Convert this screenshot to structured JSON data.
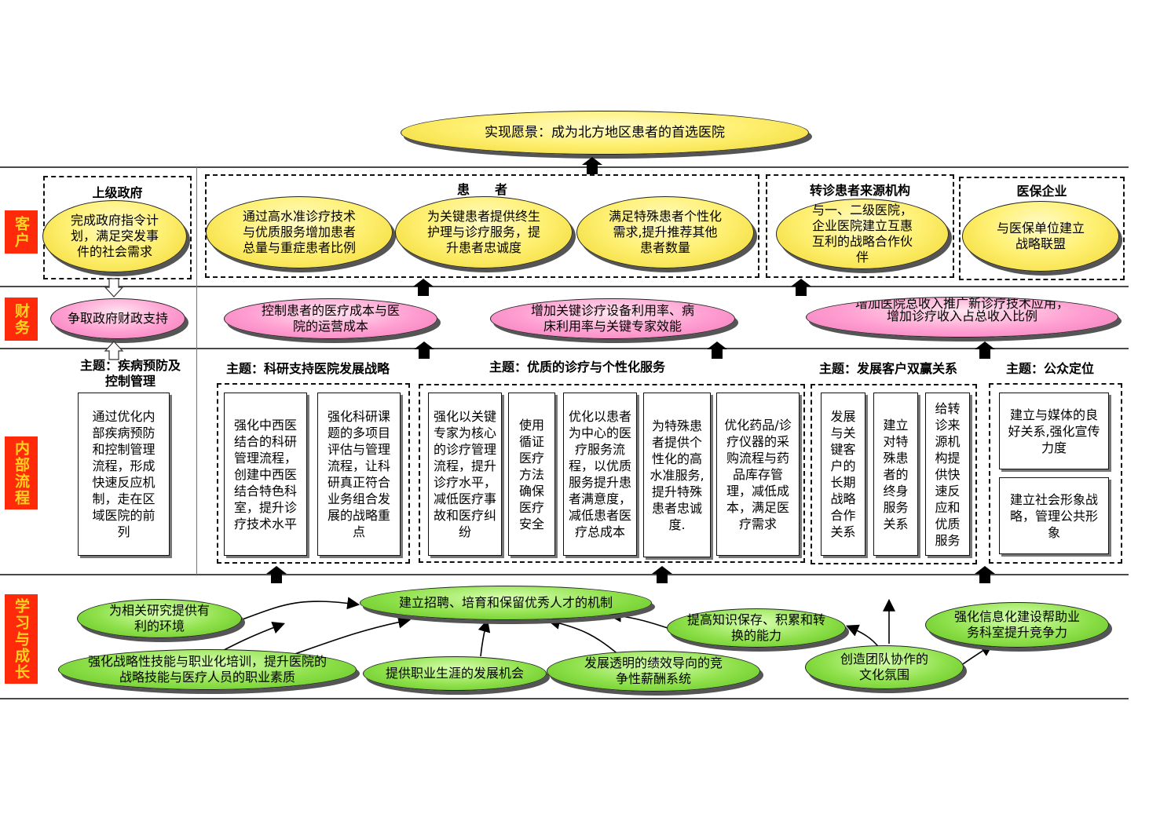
{
  "vision": "实现愿景：成为北方地区患者的首选医院",
  "categories": {
    "customer": "客户",
    "finance": "财务",
    "internal": "内部流程",
    "learning": "学习与成长"
  },
  "customer": {
    "gov": {
      "title": "上级政府",
      "text": "完成政府指令计划，满足突发事件的社会需求"
    },
    "patients": {
      "title": "患　　者",
      "items": [
        "通过高水准诊疗技术与优质服务增加患者总量与重症患者比例",
        "为关键患者提供终生护理与诊疗服务，提升患者忠诚度",
        "满足特殊患者个性化需求,提升推荐其他患者数量"
      ]
    },
    "referral": {
      "title": "转诊患者来源机构",
      "text": "与一、二级医院，企业医院建立互惠互利的战略合作伙伴"
    },
    "insurance": {
      "title": "医保企业",
      "text": "与医保单位建立战略联盟"
    }
  },
  "finance": {
    "items": [
      "争取政府财政支持",
      "控制患者的医疗成本与医院的运营成本",
      "增加关键诊疗设备利用率、病床利用率与关键专家效能",
      "增加医院总收入推广新诊疗技术应用，增加诊疗收入占总收入比例"
    ]
  },
  "internal": {
    "themes": [
      {
        "title": "主题：疾病预防及控制管理",
        "boxes": [
          "通过优化内部疾病预防和控制管理流程，形成快速反应机制，走在区域医院的前列"
        ]
      },
      {
        "title": "主题：科研支持医院发展战略",
        "boxes": [
          "强化中西医结合的科研管理流程，创建中西医结合特色科室，提升诊疗技术水平",
          "强化科研课题的多项目评估与管理流程，让科研真正符合业务组合发展的战略重点"
        ]
      },
      {
        "title": "主题：优质的诊疗与个性化服务",
        "boxes": [
          "强化以关键专家为核心的诊疗管理流程，提升诊疗水平，减低医疗事故和医疗纠纷",
          "使用循证医疗方法确保医疗安全",
          "优化以患者为中心的医疗服务流程，以优质服务提升患者满意度，减低患者医疗总成本",
          "为特殊患者提供个性化的高水准服务,提升特殊患者忠诚度.",
          "优化药品/诊疗仪器的采购流程与药品库存管理，减低成本，满足医疗需求"
        ]
      },
      {
        "title": "主题：发展客户双赢关系",
        "boxes": [
          "发展与关键客户的长期战略合作关系",
          "建立对特殊患者的终身服务关系",
          "给转诊来源机构提供快速反应和优质服务"
        ]
      },
      {
        "title": "主题：公众定位",
        "boxes": [
          "建立与媒体的良好关系,强化宣传力度",
          "建立社会形象战略，管理公共形象"
        ]
      }
    ]
  },
  "learning": {
    "items": [
      "为相关研究提供有利的环境",
      "建立招聘、培育和保留优秀人才的机制",
      "提高知识保存、积累和转换的能力",
      "强化信息化建设帮助业务科室提升竞争力",
      "强化战略性技能与职业化培训，提升医院的战略技能与医疗人员的职业素质",
      "提供职业生涯的发展机会",
      "发展透明的绩效导向的竞争性薪酬系统",
      "创造团队协作的文化氛围"
    ]
  },
  "colors": {
    "category_bg": "#ff2a0a",
    "category_text": "#ffd21f",
    "yellow_ellipse": "#fff176",
    "pink_ellipse": "#ff9ed1",
    "green_ellipse": "#8ee04a"
  }
}
